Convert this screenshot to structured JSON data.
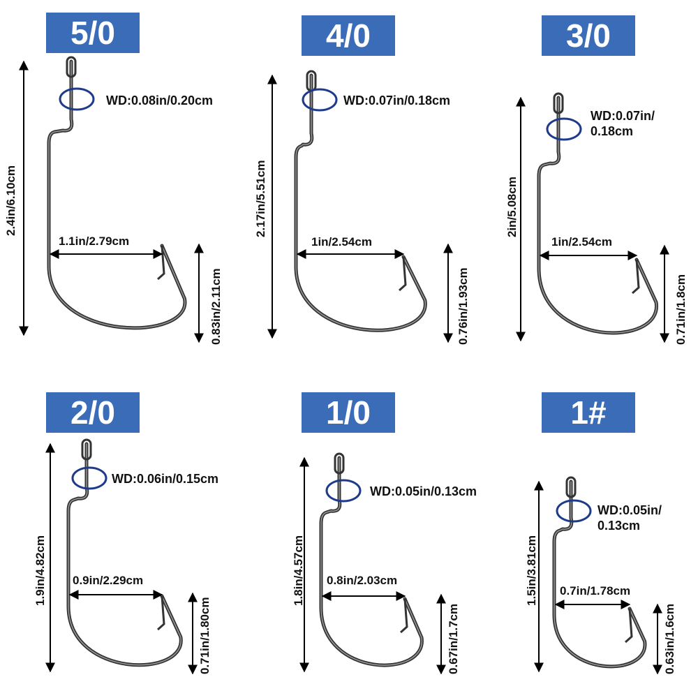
{
  "hooks": [
    {
      "size": "5/0",
      "wire": "WD:0.08in/0.20cm",
      "length": "2.4in/6.10cm",
      "gap": "1.1in/2.79cm",
      "bend": "0.83in/2.11cm"
    },
    {
      "size": "4/0",
      "wire": "WD:0.07in/0.18cm",
      "length": "2.17in/5.51cm",
      "gap": "1in/2.54cm",
      "bend": "0.76in/1.93cm"
    },
    {
      "size": "3/0",
      "wire_line1": "WD:0.07in/",
      "wire_line2": "0.18cm",
      "length": "2in/5.08cm",
      "gap": "1in/2.54cm",
      "bend": "0.71in/1.8cm"
    },
    {
      "size": "2/0",
      "wire": "WD:0.06in/0.15cm",
      "length": "1.9in/4.82cm",
      "gap": "0.9in/2.29cm",
      "bend": "0.71in/1.80cm"
    },
    {
      "size": "1/0",
      "wire": "WD:0.05in/0.13cm",
      "length": "1.8in/4.57cm",
      "gap": "0.8in/2.03cm",
      "bend": "0.67in/1.7cm"
    },
    {
      "size": "1#",
      "wire_line1": "WD:0.05in/",
      "wire_line2": "0.13cm",
      "length": "1.5in/3.81cm",
      "gap": "0.7in/1.78cm",
      "bend": "0.63in/1.6cm"
    }
  ],
  "colors": {
    "badge": "#3a6cb8",
    "ring": "#1e3a8a",
    "hook": "#333333",
    "arrow": "#000000"
  }
}
